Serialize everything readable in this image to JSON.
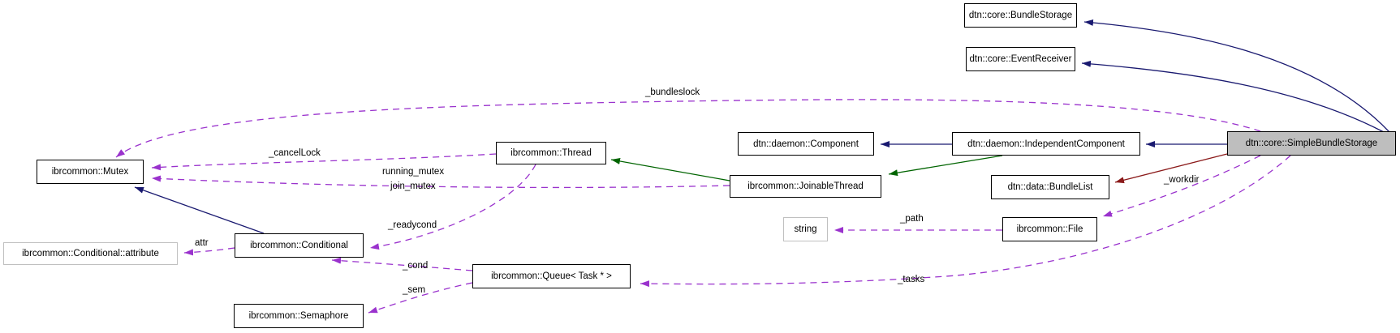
{
  "diagram_type": "doxygen-collaboration-graph",
  "colors": {
    "background": "#ffffff",
    "node_border": "#000000",
    "node_fill": "#ffffff",
    "external_node_border": "#c0c0c0",
    "selected_node_fill": "#bebebe",
    "inheritance_edge": "#191970",
    "protected_inheritance_edge": "#006400",
    "private_inheritance_edge": "#8b1a1a",
    "usage_edge": "#9a32cd",
    "text_color": "#000000"
  },
  "nodes": {
    "bundle_storage": "dtn::core::BundleStorage",
    "event_receiver": "dtn::core::EventReceiver",
    "simple_bundle_storage": "dtn::core::SimpleBundleStorage",
    "component": "dtn::daemon::Component",
    "independent_component": "dtn::daemon::IndependentComponent",
    "thread": "ibrcommon::Thread",
    "joinable_thread": "ibrcommon::JoinableThread",
    "bundle_list": "dtn::data::BundleList",
    "mutex": "ibrcommon::Mutex",
    "conditional": "ibrcommon::Conditional",
    "conditional_attribute": "ibrcommon::Conditional::attribute",
    "string": "string",
    "file": "ibrcommon::File",
    "queue": "ibrcommon::Queue< Task * >",
    "semaphore": "ibrcommon::Semaphore"
  },
  "edge_labels": {
    "bundleslock": "_bundleslock",
    "cancel_lock": "_cancelLock",
    "running_mutex": "running_mutex",
    "join_mutex": "join_mutex",
    "readycond": "_readycond",
    "cond": "_cond",
    "sem": "_sem",
    "attr": "attr",
    "path": "_path",
    "workdir": "_workdir",
    "tasks": "_tasks"
  }
}
